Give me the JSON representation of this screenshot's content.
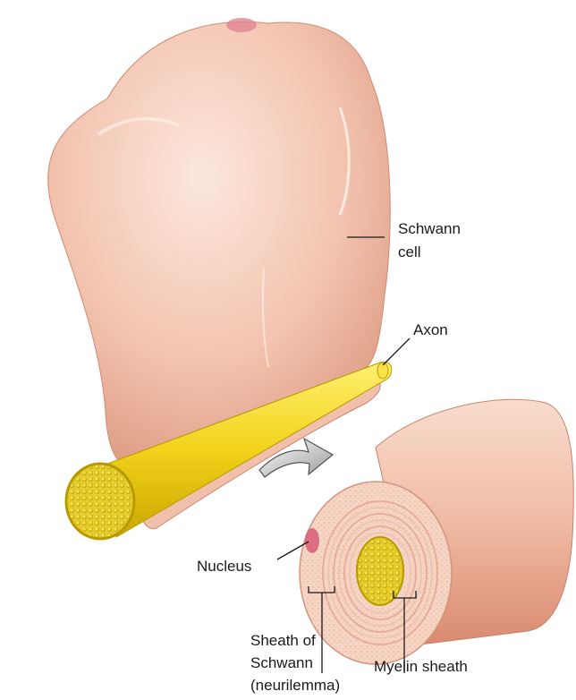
{
  "labels": {
    "schwann_cell_line1": "Schwann",
    "schwann_cell_line2": "cell",
    "axon": "Axon",
    "nucleus": "Nucleus",
    "sheath_line1": "Sheath of",
    "sheath_line2": "Schwann",
    "sheath_line3": "(neurilemma)",
    "myelin_sheath": "Myelin sheath"
  },
  "colors": {
    "cell_light": "#f8d8c8",
    "cell_mid": "#eeb49d",
    "cell_dark": "#d98d73",
    "nucleus": "#d9637a",
    "axon": "#f2d21a",
    "axon_dark": "#c9a800",
    "axon_core": "#d8c21e",
    "text": "#1a1a1a"
  },
  "icons": [
    "curved-arrow-icon"
  ]
}
